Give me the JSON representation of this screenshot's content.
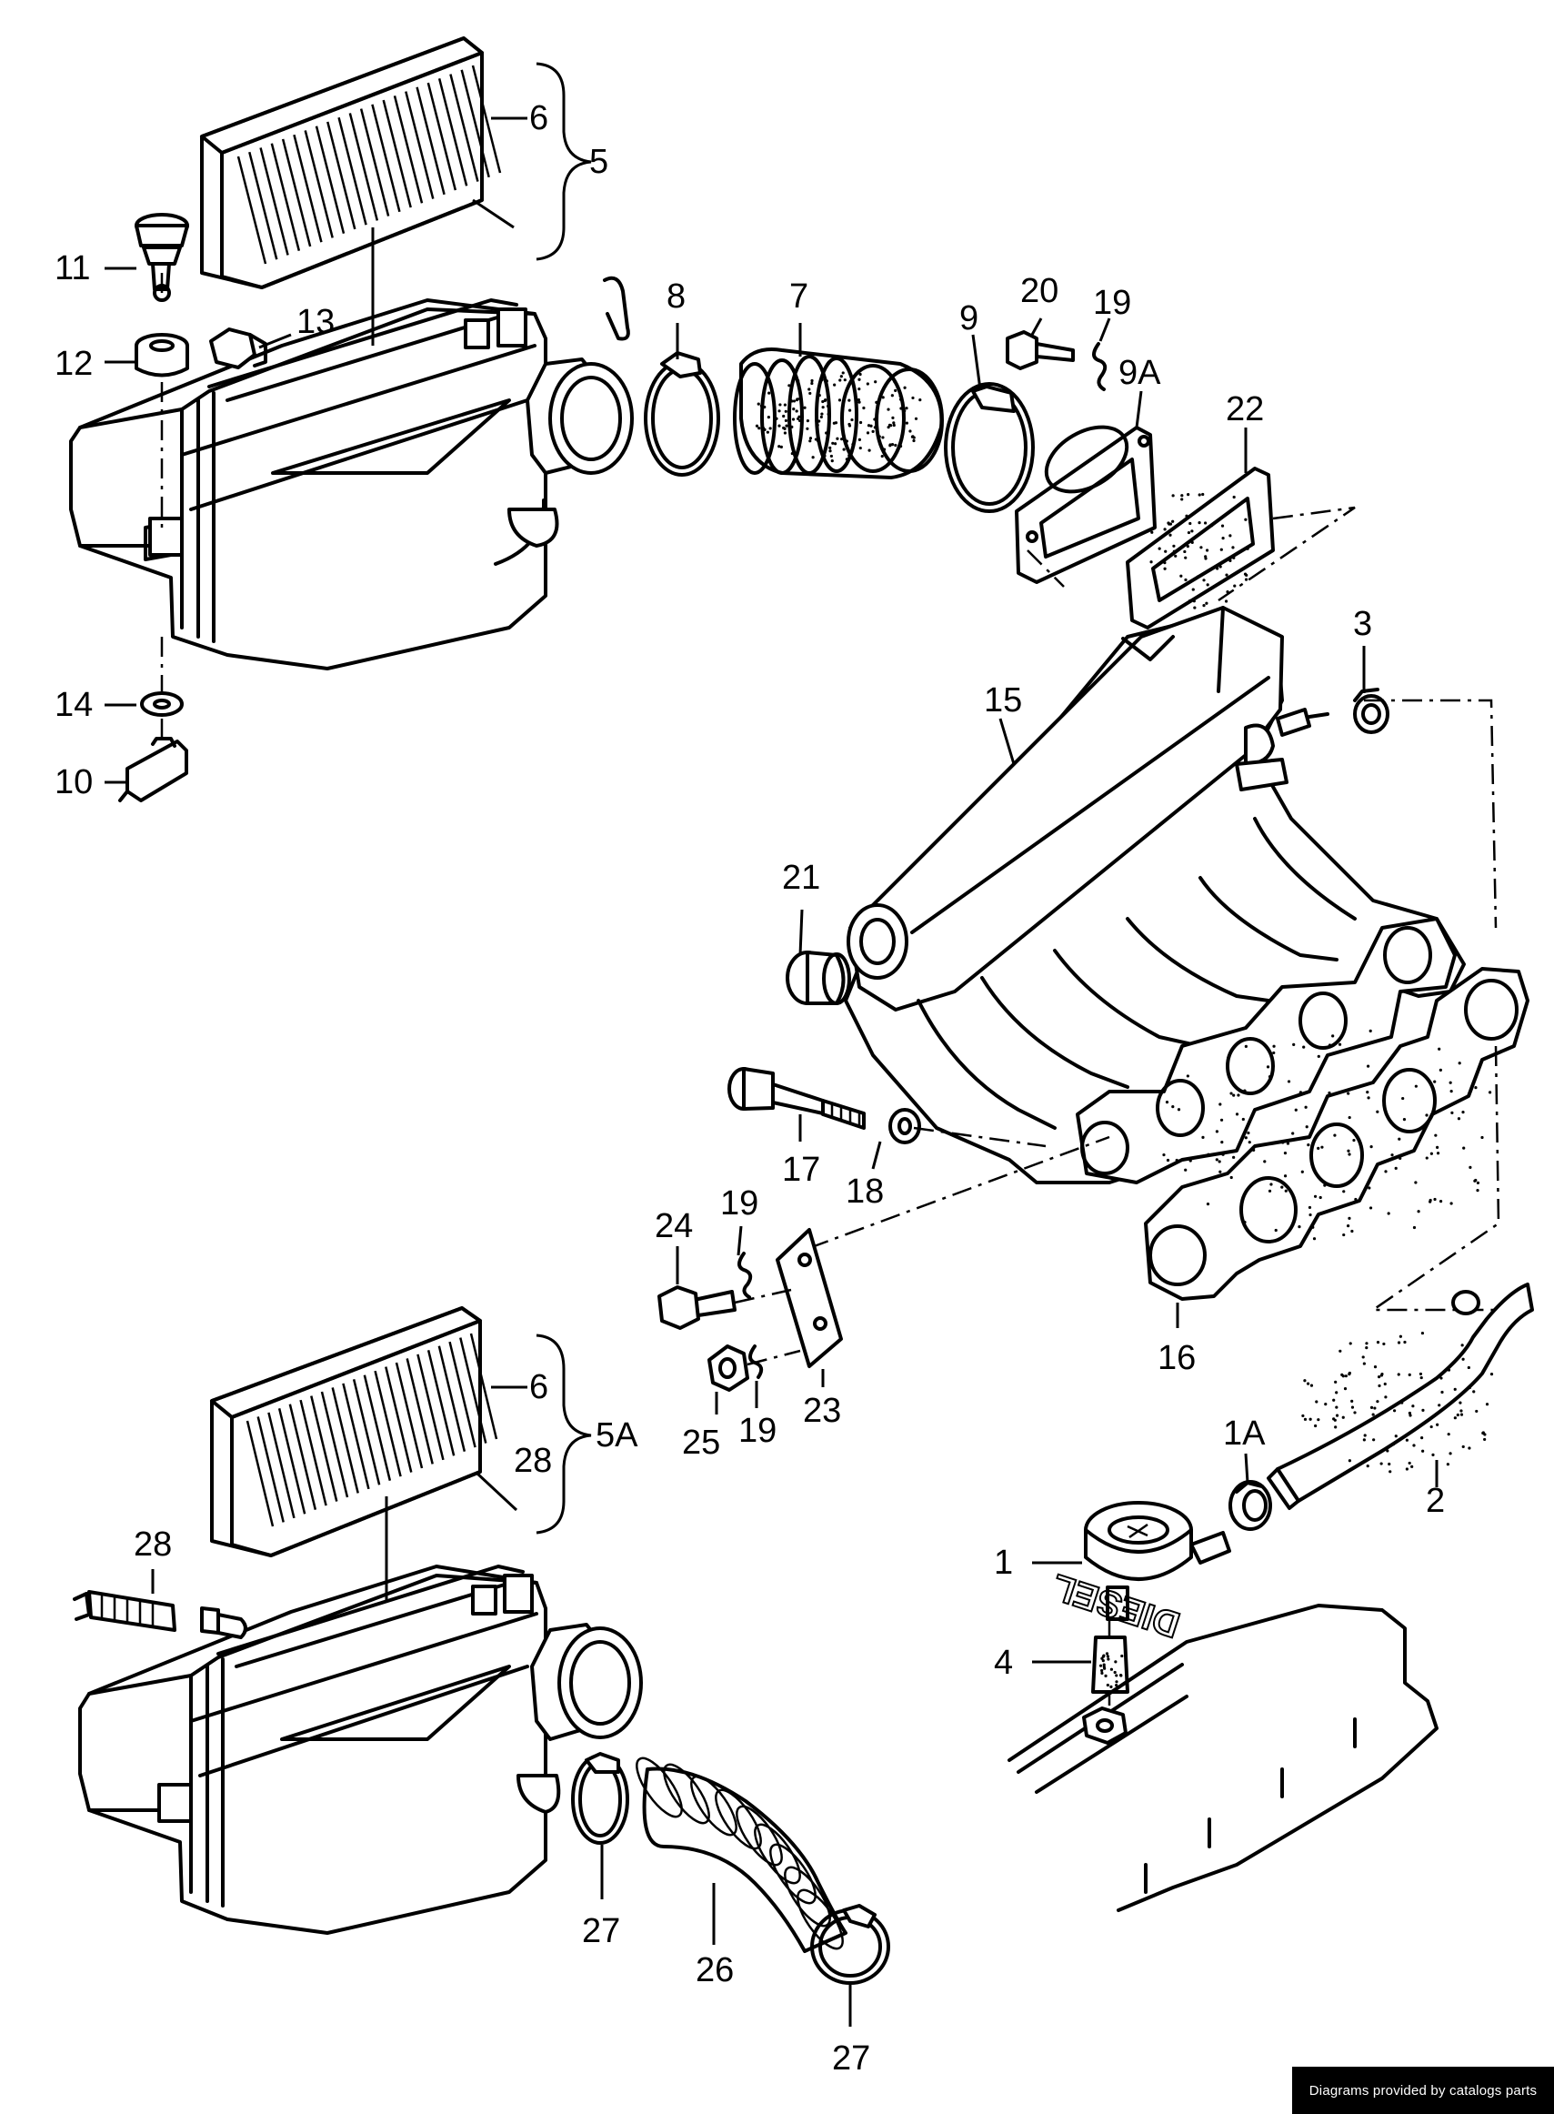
{
  "callouts": {
    "c6a": "6",
    "c5": "5",
    "c11": "11",
    "c12": "12",
    "c13": "13",
    "c8": "8",
    "c7": "7",
    "c20": "20",
    "c19a": "19",
    "c9": "9",
    "c9a": "9A",
    "c22": "22",
    "c3": "3",
    "c15": "15",
    "c14": "14",
    "c10": "10",
    "c21": "21",
    "c17": "17",
    "c18": "18",
    "c19b": "19",
    "c24": "24",
    "c23": "23",
    "c25": "25",
    "c19c": "19",
    "c16": "16",
    "c6b": "6",
    "c5a": "5A",
    "c28a": "28",
    "c28b": "28",
    "c1a": "1A",
    "c2": "2",
    "c1": "1",
    "c4": "4",
    "c27a": "27",
    "c26": "26",
    "c27b": "27"
  },
  "valve_cover_text": "DIESEL",
  "watermark": "Diagrams provided by catalogs parts"
}
